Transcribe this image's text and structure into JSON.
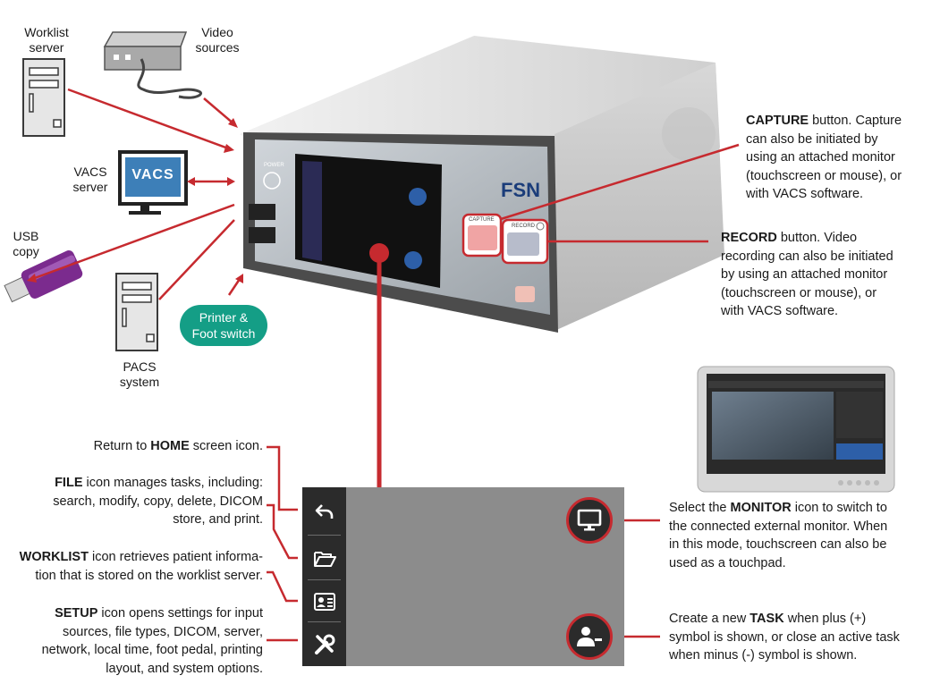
{
  "labels": {
    "worklist_server": [
      "Worklist",
      "server"
    ],
    "video_sources": [
      "Video",
      "sources"
    ],
    "vacs_server": [
      "VACS",
      "server"
    ],
    "usb_copy": [
      "USB",
      "copy"
    ],
    "pacs_system": [
      "PACS",
      "system"
    ],
    "printer_foot": [
      "Printer &",
      "Foot switch"
    ]
  },
  "device": {
    "brand": "FSN",
    "power_label": "POWER",
    "capture_label": "CAPTURE",
    "record_label": "RECORD",
    "vacs_logo": "VACS"
  },
  "callouts": {
    "capture": {
      "bold": "CAPTURE",
      "lines": [
        " button. Capture",
        "can also be initiated by",
        "using an attached monitor",
        "(touchscreen or mouse), or",
        "with VACS software."
      ]
    },
    "record": {
      "bold": "RECORD",
      "lines": [
        " button. Video",
        "recording can also be initiated",
        "by using an attached monitor",
        "(touchscreen or mouse), or",
        "with VACS software."
      ]
    },
    "home": {
      "pre": "Return to ",
      "bold": "HOME",
      "post": " screen icon."
    },
    "file": {
      "bold": "FILE",
      "lines": [
        " icon manages tasks, including:",
        "search, modify, copy, delete, DICOM",
        "store, and print."
      ]
    },
    "worklist": {
      "bold": "WORKLIST",
      "lines": [
        " icon retrieves patient informa-",
        "tion that is stored on the worklist server."
      ]
    },
    "setup": {
      "bold": "SETUP",
      "lines": [
        " icon opens settings for input",
        "sources, file types, DICOM, server,",
        "network, local time, foot pedal, printing",
        "layout, and system options."
      ]
    },
    "monitor": {
      "pre": "Select the ",
      "bold": "MONITOR",
      "lines": [
        " icon to switch to",
        "the connected external monitor. When",
        "in this mode, touchscreen can also be",
        "used as a touchpad."
      ]
    },
    "task": {
      "pre": "Create a new ",
      "bold": "TASK",
      "lines": [
        " when plus (+)",
        "symbol is shown, or close an active task",
        "when minus (-) symbol is shown."
      ]
    }
  },
  "colors": {
    "accent": "#c62a2f",
    "teal": "#149e86",
    "screen": "#8c8c8c",
    "sidebar": "#2b2b2b",
    "usb": "#7b2b8e"
  },
  "icons": [
    "server-tower-icon",
    "video-source-icon",
    "monitor-icon",
    "usb-drive-icon",
    "home-return-icon",
    "folder-open-icon",
    "worklist-card-icon",
    "setup-tools-icon",
    "monitor-button-icon",
    "task-minus-icon"
  ]
}
